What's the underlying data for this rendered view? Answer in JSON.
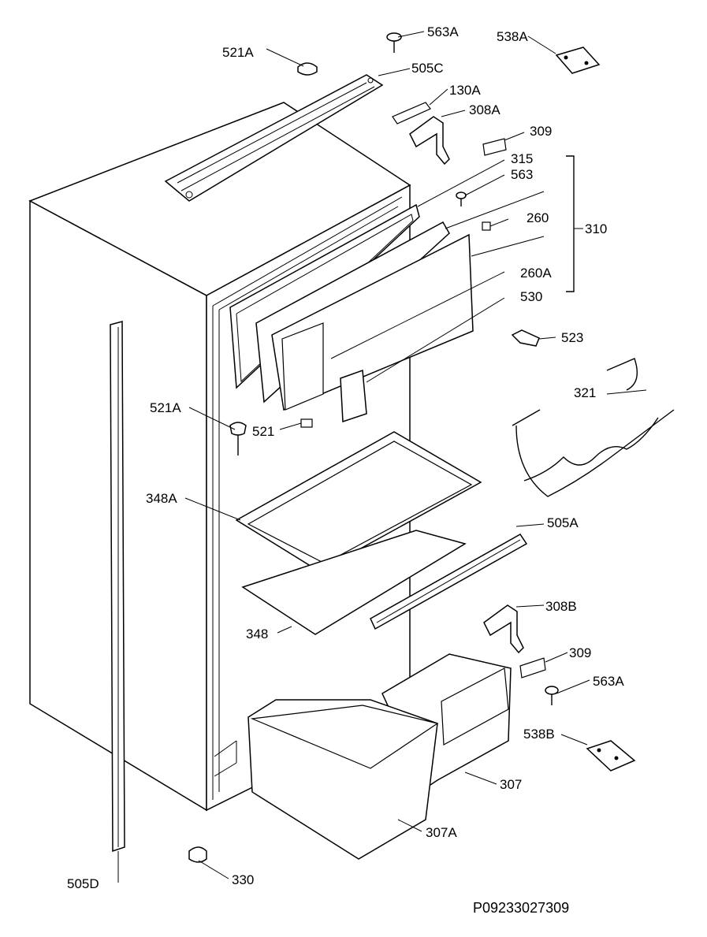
{
  "document_code": "P09233027309",
  "part_labels": {
    "p563a_top": "563A",
    "p538a": "538A",
    "p521a_top": "521A",
    "p505c": "505C",
    "p130a": "130A",
    "p308a": "308A",
    "p309_top": "309",
    "p315": "315",
    "p563": "563",
    "p260": "260",
    "p310": "310",
    "p260a": "260A",
    "p530": "530",
    "p523": "523",
    "p321": "321",
    "p521a_mid": "521A",
    "p521": "521",
    "p348a": "348A",
    "p505a": "505A",
    "p308b": "308B",
    "p348": "348",
    "p309_bottom": "309",
    "p563a_bottom": "563A",
    "p538b": "538B",
    "p307": "307",
    "p307a": "307A",
    "p505d": "505D",
    "p330": "330"
  }
}
